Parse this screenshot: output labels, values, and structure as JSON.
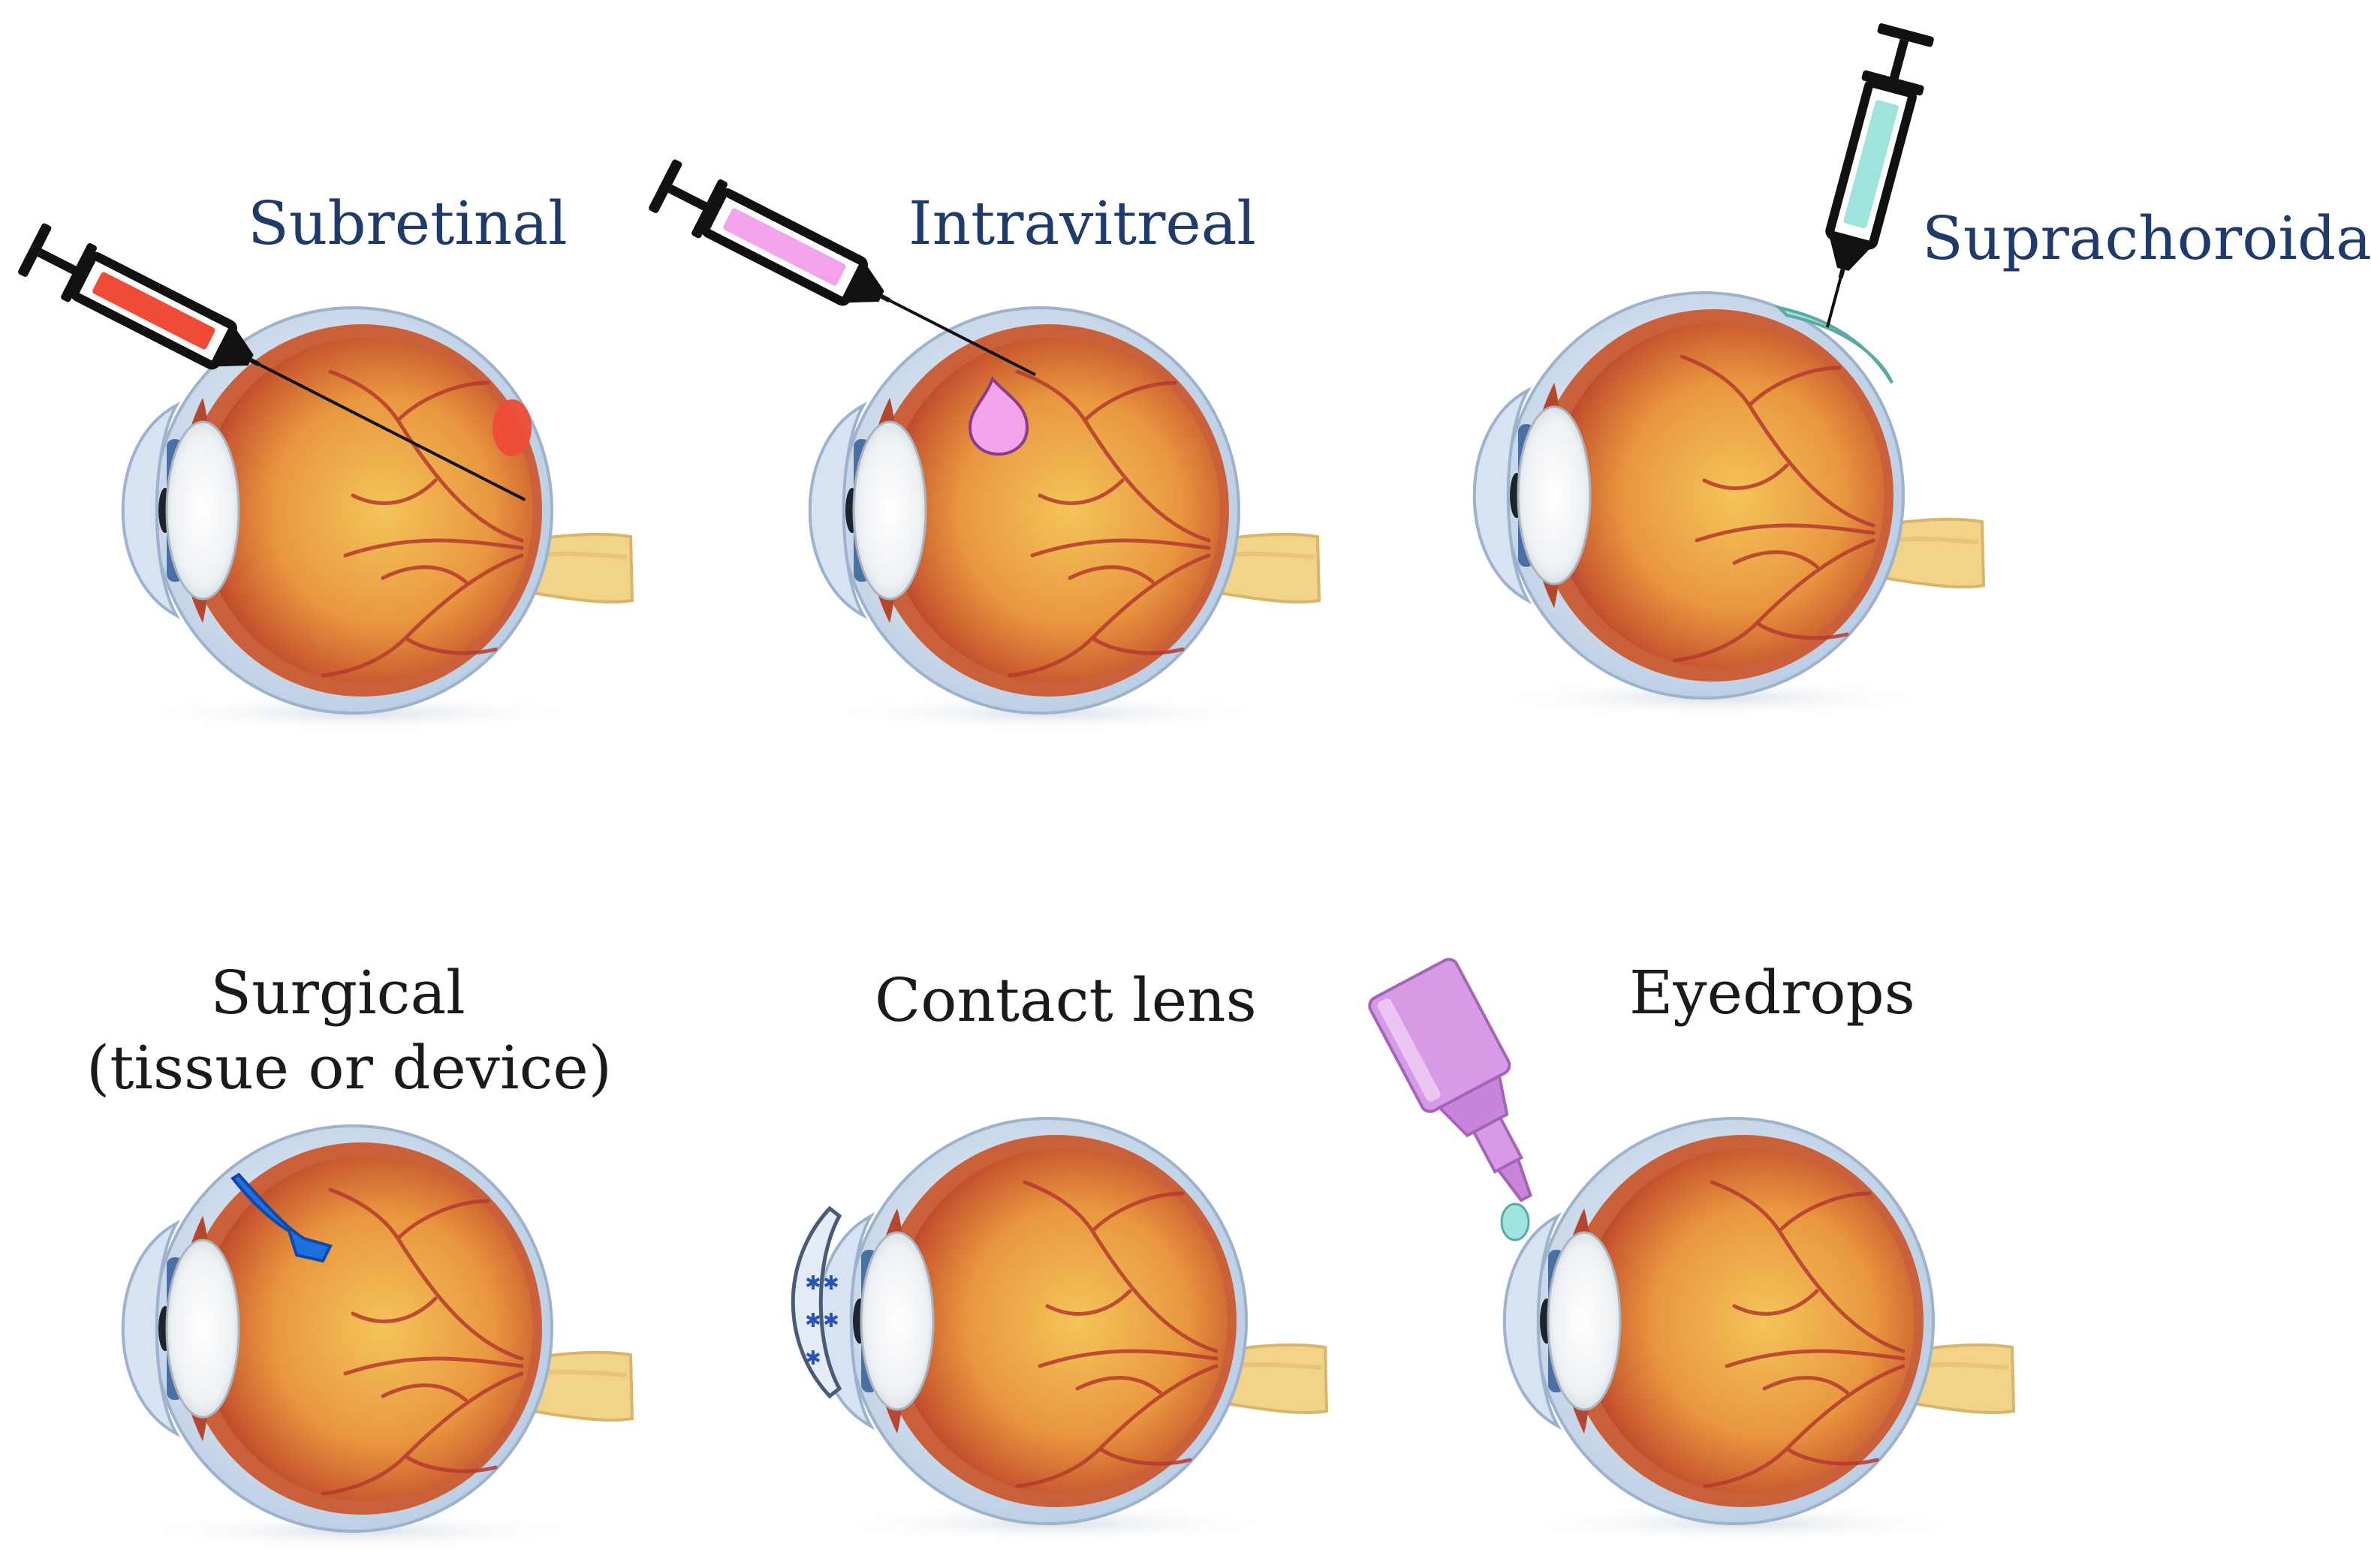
{
  "labels": {
    "subretinal": "Subretinal",
    "intravitreal": "Intravitreal",
    "suprachoroidal": "Suprachoroidal",
    "surgical_line1": "Surgical",
    "surgical_line2": "(tissue or device)",
    "contact_lens": "Contact lens",
    "eyedrops": "Eyedrops"
  },
  "icons": {
    "subretinal_syringe": "syringe-icon",
    "intravitreal_syringe": "syringe-icon",
    "suprachoroidal_syringe": "syringe-icon",
    "surgical_implant": "implant-icon",
    "contact_lens": "contact-lens-icon",
    "eyedrop_bottle": "dropper-bottle-icon"
  },
  "colors": {
    "label_top": "#1f3b6e",
    "label_bottom": "#1a1a1a",
    "subretinal_fluid": "#ef4b36",
    "intravitreal_fluid": "#f2a3ea",
    "suprachoroidal_fluid": "#9fe3dc",
    "implant": "#1f6fe0",
    "bottle": "#d79ae6",
    "eye_fundus": "#e9a54a",
    "sclera": "#c2d4ea"
  }
}
